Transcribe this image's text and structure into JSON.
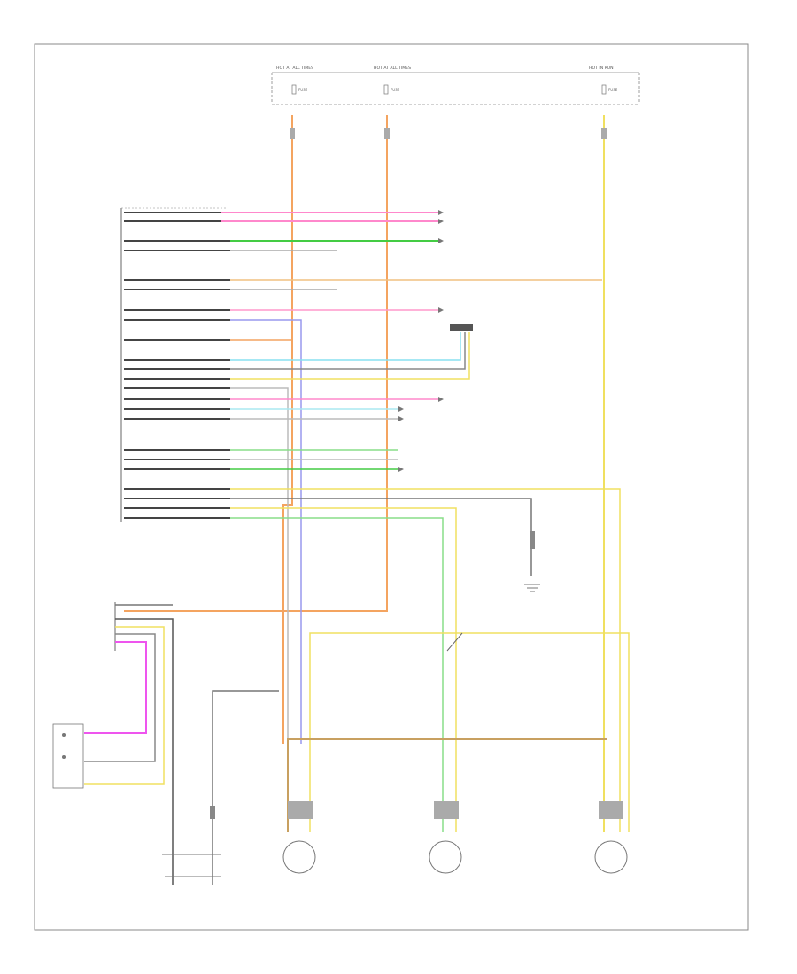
{
  "diagram": {
    "footer_code": "",
    "fuse_block": {
      "labels": [
        "HOT AT ALL TIMES",
        "HOT AT ALL TIMES",
        "HOT IN RUN"
      ],
      "fuse_labels": [
        "FUSE",
        "FUSE",
        "FUSE"
      ],
      "panel_label": ""
    },
    "vcm_pins": [
      {
        "label": "",
        "wires": "",
        "dest": ""
      },
      {
        "label": "",
        "wires": "",
        "dest": ""
      },
      {
        "label": "",
        "wires": "",
        "dest": ""
      },
      {
        "label": "",
        "wires": "",
        "dest": ""
      },
      {
        "label": "",
        "wires": "",
        "dest": ""
      },
      {
        "label": "",
        "wires": "",
        "dest": ""
      },
      {
        "label": "",
        "wires": "",
        "dest": ""
      },
      {
        "label": "",
        "wires": "",
        "dest": ""
      },
      {
        "label": "",
        "wires": "",
        "dest": ""
      },
      {
        "label": "",
        "wires": "",
        "dest": ""
      },
      {
        "label": "",
        "wires": "",
        "dest": ""
      },
      {
        "label": "",
        "wires": "",
        "dest": ""
      },
      {
        "label": "",
        "wires": "",
        "dest": ""
      },
      {
        "label": "",
        "wires": "",
        "dest": ""
      },
      {
        "label": "",
        "wires": "",
        "dest": ""
      },
      {
        "label": "",
        "wires": "",
        "dest": ""
      },
      {
        "label": "",
        "wires": "",
        "dest": ""
      },
      {
        "label": "",
        "wires": "",
        "dest": ""
      },
      {
        "label": "",
        "wires": "",
        "dest": ""
      },
      {
        "label": "",
        "wires": "",
        "dest": ""
      },
      {
        "label": "",
        "wires": "",
        "dest": ""
      },
      {
        "label": "",
        "wires": "",
        "dest": ""
      },
      {
        "label": "",
        "wires": "",
        "dest": ""
      }
    ],
    "colors": {
      "orange": "#f4a460",
      "pink": "#ff88cc",
      "green": "#44cc44",
      "cyan": "#88e0f0",
      "yellow": "#f0e060",
      "lightgreen": "#88dd88",
      "lavender": "#9999ee",
      "brown": "#c8a060",
      "gray": "#777777",
      "magenta": "#ee55ee",
      "black": "#444444"
    }
  }
}
